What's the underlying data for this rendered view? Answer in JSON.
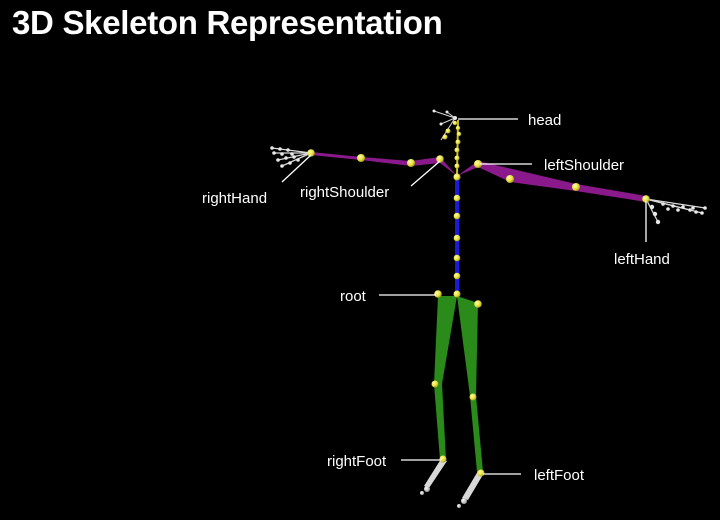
{
  "title": "3D Skeleton Representation",
  "colors": {
    "background": "#000000",
    "spine": "#1a1ad8",
    "arm": "#8a1a8c",
    "leg": "#2a8a1a",
    "joint": "#e8e03a",
    "hand_foot": "#d8d8d8",
    "label_line": "#ffffff"
  },
  "labels": {
    "head": "head",
    "left_shoulder": "leftShoulder",
    "right_shoulder": "rightShoulder",
    "right_hand": "rightHand",
    "left_hand": "leftHand",
    "root": "root",
    "right_foot": "rightFoot",
    "left_foot": "leftFoot"
  }
}
